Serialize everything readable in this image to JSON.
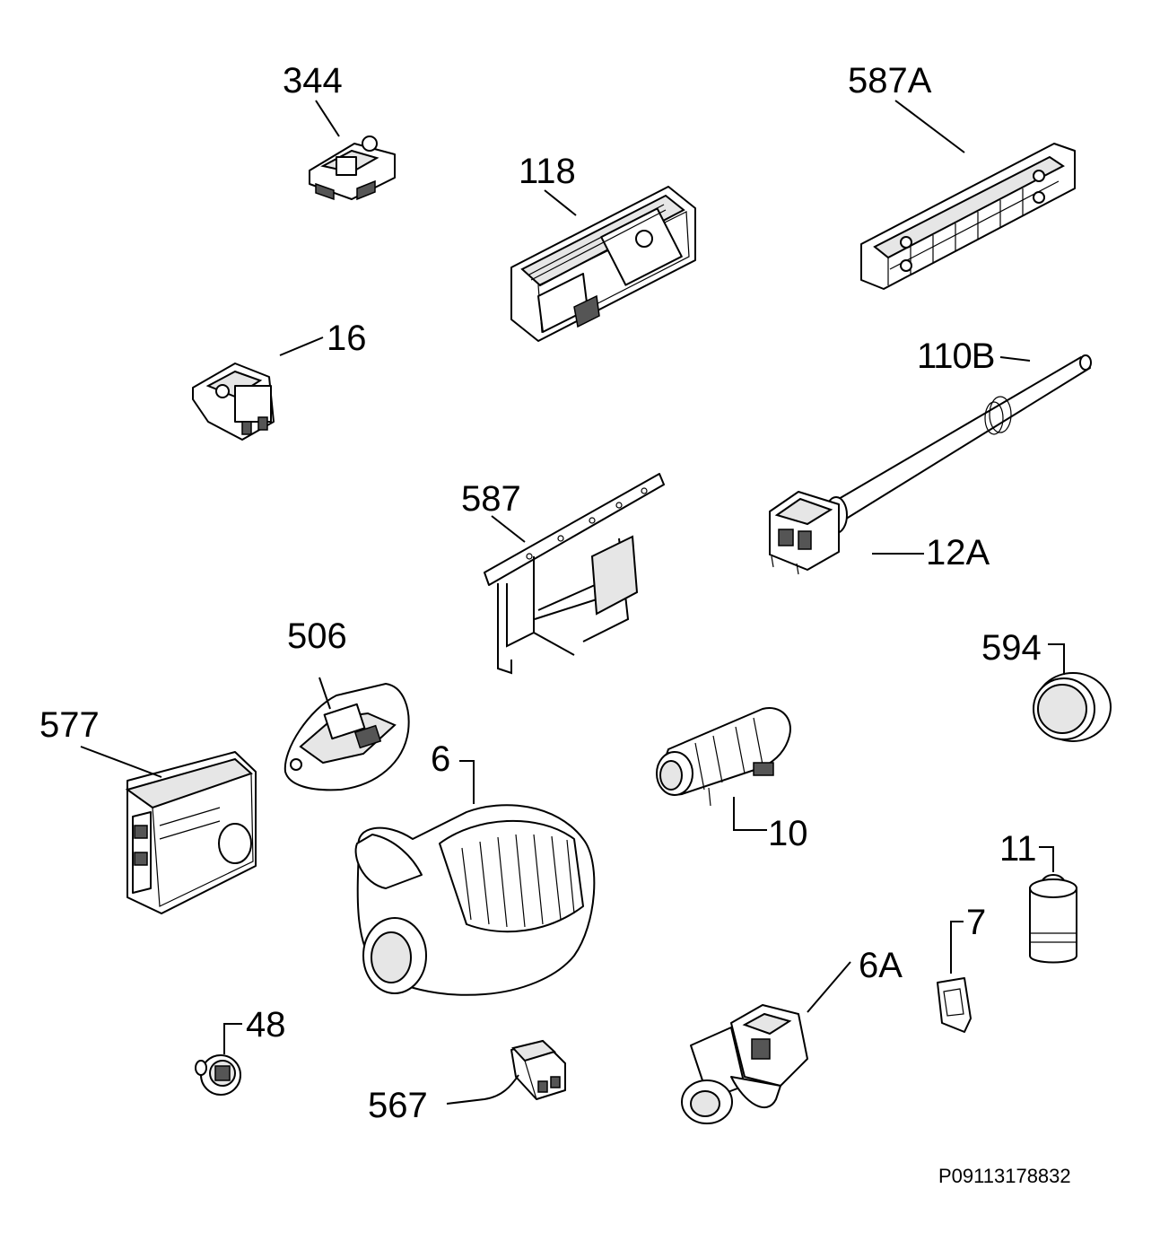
{
  "diagram": {
    "parts": [
      {
        "id": "p344",
        "label": "344"
      },
      {
        "id": "p587A",
        "label": "587A"
      },
      {
        "id": "p118",
        "label": "118"
      },
      {
        "id": "p16",
        "label": "16"
      },
      {
        "id": "p110B",
        "label": "110B"
      },
      {
        "id": "p587",
        "label": "587"
      },
      {
        "id": "p12A",
        "label": "12A"
      },
      {
        "id": "p506",
        "label": "506"
      },
      {
        "id": "p594",
        "label": "594"
      },
      {
        "id": "p577",
        "label": "577"
      },
      {
        "id": "p6",
        "label": "6"
      },
      {
        "id": "p10",
        "label": "10"
      },
      {
        "id": "p11",
        "label": "11"
      },
      {
        "id": "p7",
        "label": "7"
      },
      {
        "id": "p6A",
        "label": "6A"
      },
      {
        "id": "p48",
        "label": "48"
      },
      {
        "id": "p567",
        "label": "567"
      }
    ],
    "drawing_code": "P09113178832"
  }
}
